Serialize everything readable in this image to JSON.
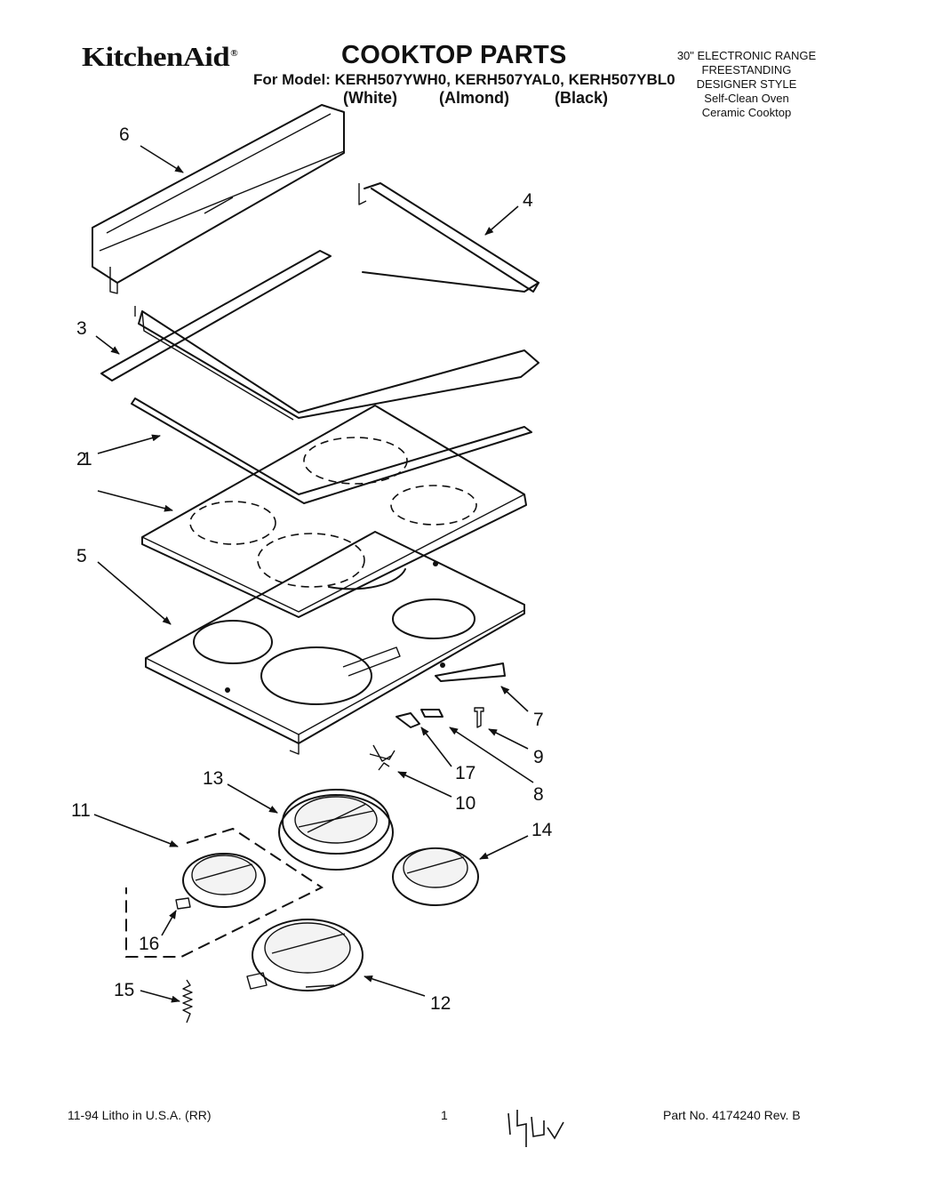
{
  "header": {
    "brand": "KitchenAid",
    "brand_mark": "®",
    "title": "COOKTOP PARTS",
    "model_line": "For Model: KERH507YWH0, KERH507YAL0, KERH507YBL0",
    "variants": [
      "(White)",
      "(Almond)",
      "(Black)"
    ]
  },
  "spec_lines": [
    "30\" ELECTRONIC RANGE",
    "FREESTANDING",
    "DESIGNER STYLE",
    "Self-Clean Oven",
    "Ceramic Cooktop"
  ],
  "part_numbers": [
    "1",
    "2",
    "3",
    "4",
    "5",
    "6",
    "7",
    "8",
    "9",
    "10",
    "11",
    "12",
    "13",
    "14",
    "15",
    "16",
    "17"
  ],
  "footer": {
    "left": "11-94 Litho in U.S.A. (RR)",
    "page": "1",
    "right": "Part No. 4174240 Rev. B"
  }
}
